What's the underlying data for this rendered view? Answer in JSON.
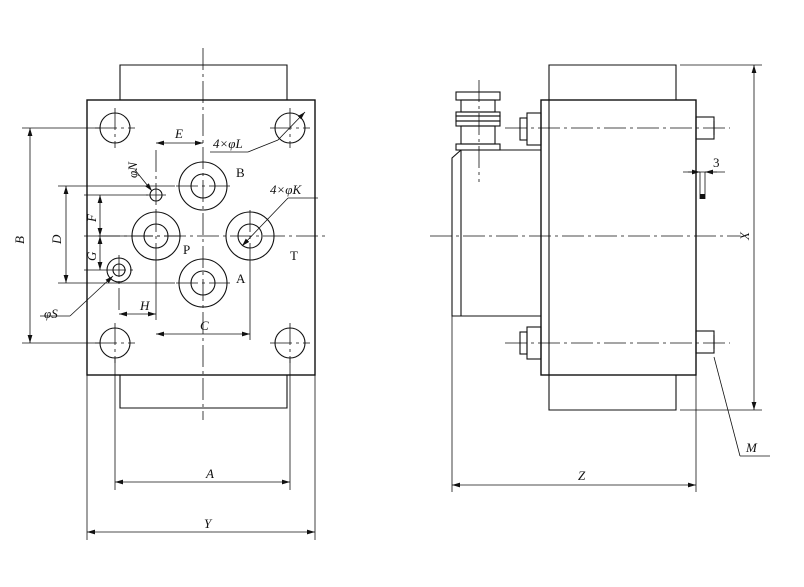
{
  "ports": {
    "p": "P",
    "a": "A",
    "b": "B",
    "t": "T"
  },
  "dimensions": {
    "a": "A",
    "b": "B",
    "c": "C",
    "d": "D",
    "e": "E",
    "f": "F",
    "g": "G",
    "h": "H",
    "m": "M",
    "x": "X",
    "y": "Y",
    "z": "Z",
    "three": "3"
  },
  "callouts": {
    "mount_holes": "4×φL",
    "port_holes": "4×φK",
    "pin_n": "φN",
    "pin_s": "φS"
  }
}
